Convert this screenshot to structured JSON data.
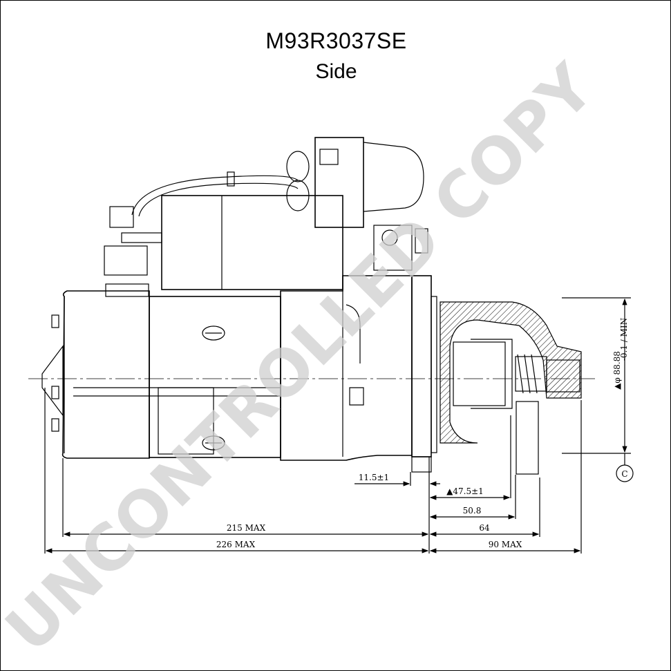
{
  "title": {
    "part_number": "M93R3037SE",
    "view": "Side"
  },
  "watermark": "UNCONTROLLED COPY",
  "dimensions": {
    "d_215": "215 MAX",
    "d_226": "226 MAX",
    "d_64": "64",
    "d_90": "90 MAX",
    "d_50_8": "50.8",
    "d_47_5": "▲47.5±1",
    "d_11_5": "11.5±1",
    "d_diameter": "▲φ 88.88",
    "d_diameter_tol": "-0.1 / MIN",
    "datum": "C"
  },
  "colors": {
    "line": "#000000",
    "watermark": "#d0d0d0",
    "background": "#ffffff"
  }
}
